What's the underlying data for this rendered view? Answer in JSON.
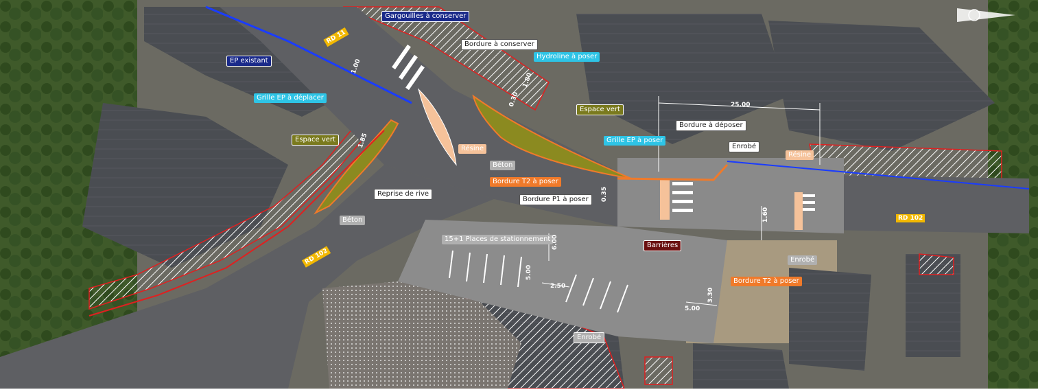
{
  "map": {
    "labels": {
      "gargouilles": "Gargouilles à conserver",
      "ep_existant": "EP existant",
      "bordure_conserver": "Bordure à conserver",
      "hydroline": "Hydroline à poser",
      "grille_deplacer": "Grille EP à déplacer",
      "espace_vert_1": "Espace vert",
      "espace_vert_2": "Espace vert",
      "grille_poser": "Grille EP à poser",
      "bordure_deposer": "Bordure à déposer",
      "enrobe_1": "Enrobé",
      "enrobe_2": "Enrobé",
      "enrobe_3": "Enrobé",
      "beton_1": "Béton",
      "beton_2": "Béton",
      "resine_1": "Résine",
      "resine_2": "Résine",
      "bordure_t2_1": "Bordure T2 à poser",
      "bordure_t2_2": "Bordure T2 à poser",
      "bordure_p1": "Bordure P1 à poser",
      "reprise": "Reprise de rive",
      "places": "15+1 Places de stationnement",
      "barrieres": "Barrières"
    },
    "road_tags": {
      "rd_top": "RD 11",
      "rd_left": "RD 102",
      "rd_right": "RD 102"
    },
    "dimensions": {
      "d25": "25.00",
      "d1_00": "1.00",
      "d1_80": "1.80",
      "d1_85": "1.85",
      "d1_60": "1.60",
      "d5_00a": "5.00",
      "d5_00b": "5.00",
      "d2_50": "2.50",
      "d6_00": "6.00",
      "d0_30": "0.30",
      "d0_35": "0.35",
      "d3_30": "3.30"
    },
    "colors": {
      "label_white": "#ffffff",
      "label_cyan": "#2ec4e6",
      "label_navy": "#1a2a8a",
      "label_olive": "#7a7a1e",
      "label_orange": "#f07a2a",
      "label_peach": "#f5c29a",
      "label_darkred": "#6a1010",
      "label_grey": "#b0b0b0",
      "road_tag": "#f2b800"
    }
  }
}
